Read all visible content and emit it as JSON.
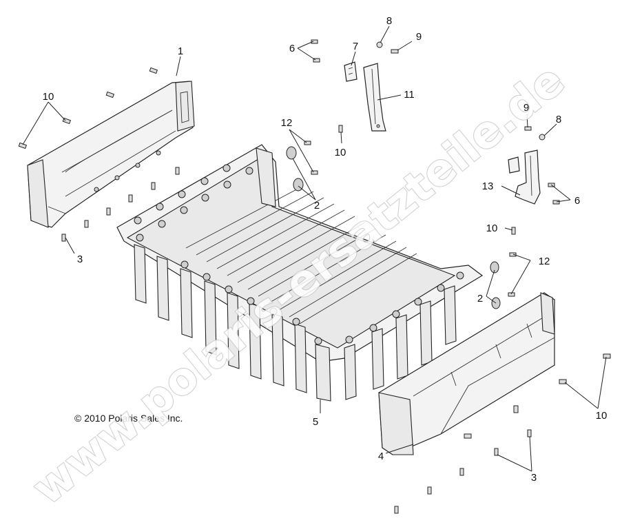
{
  "copyright": "© 2010 Polaris Sales Inc.",
  "watermark": "www.polaris-ersatzteile.de",
  "callouts": {
    "c1": "1",
    "c2a": "2",
    "c2b": "2",
    "c3a": "3",
    "c3b": "3",
    "c4": "4",
    "c5": "5",
    "c6a": "6",
    "c6b": "6",
    "c7": "7",
    "c8a": "8",
    "c8b": "8",
    "c9a": "9",
    "c9b": "9",
    "c10a": "10",
    "c10b": "10",
    "c10c": "10",
    "c10d": "10",
    "c11": "11",
    "c12a": "12",
    "c12b": "12",
    "c13": "13"
  },
  "colors": {
    "line": "#222222",
    "fill": "#f3f3f3",
    "watermark_stroke": "#c9c9c9"
  }
}
